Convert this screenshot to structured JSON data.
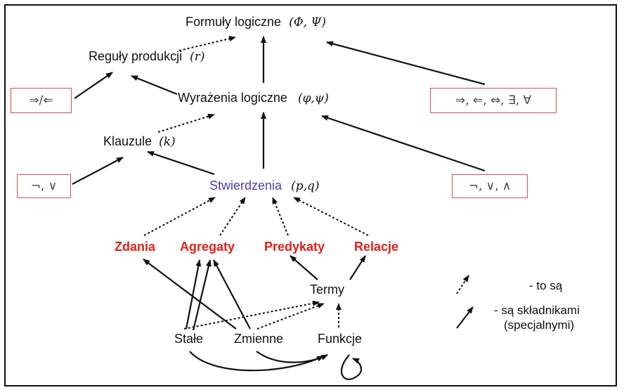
{
  "nodes": {
    "formuly": {
      "name": "Formuły logiczne",
      "sym": "(Φ, Ψ)"
    },
    "reguly": {
      "name": "Reguły produkcji",
      "sym": "(r)"
    },
    "wyrazenia": {
      "name": "Wyrażenia logiczne",
      "sym": "(φ,ψ)"
    },
    "klauzule": {
      "name": "Klauzule",
      "sym": "(k)"
    },
    "stwierdzenia": {
      "name": "Stwierdzenia",
      "sym": "(p,q)"
    },
    "zdania": "Zdania",
    "agregaty": "Agregaty",
    "predykaty": "Predykaty",
    "relacje": "Relacje",
    "termy": "Termy",
    "stale": "Stałe",
    "zmienne": "Zmienne",
    "funkcje": "Funkcje"
  },
  "boxes": {
    "implications": "⇒/⇐",
    "operators_quantifiers": "⇒, ⇐, ⇔, ∃, ∀",
    "neg_or": "¬, ∨",
    "neg_or_and": "¬, ∨, ∧"
  },
  "legend": {
    "dotted_label": "- to są",
    "solid_label_line1": "- są składnikami",
    "solid_label_line2": "(specjalnymi)"
  },
  "colors": {
    "highlight_red": "#e0201a",
    "accent_blue": "#4d3fb0",
    "box_border": "#d94c4c"
  }
}
